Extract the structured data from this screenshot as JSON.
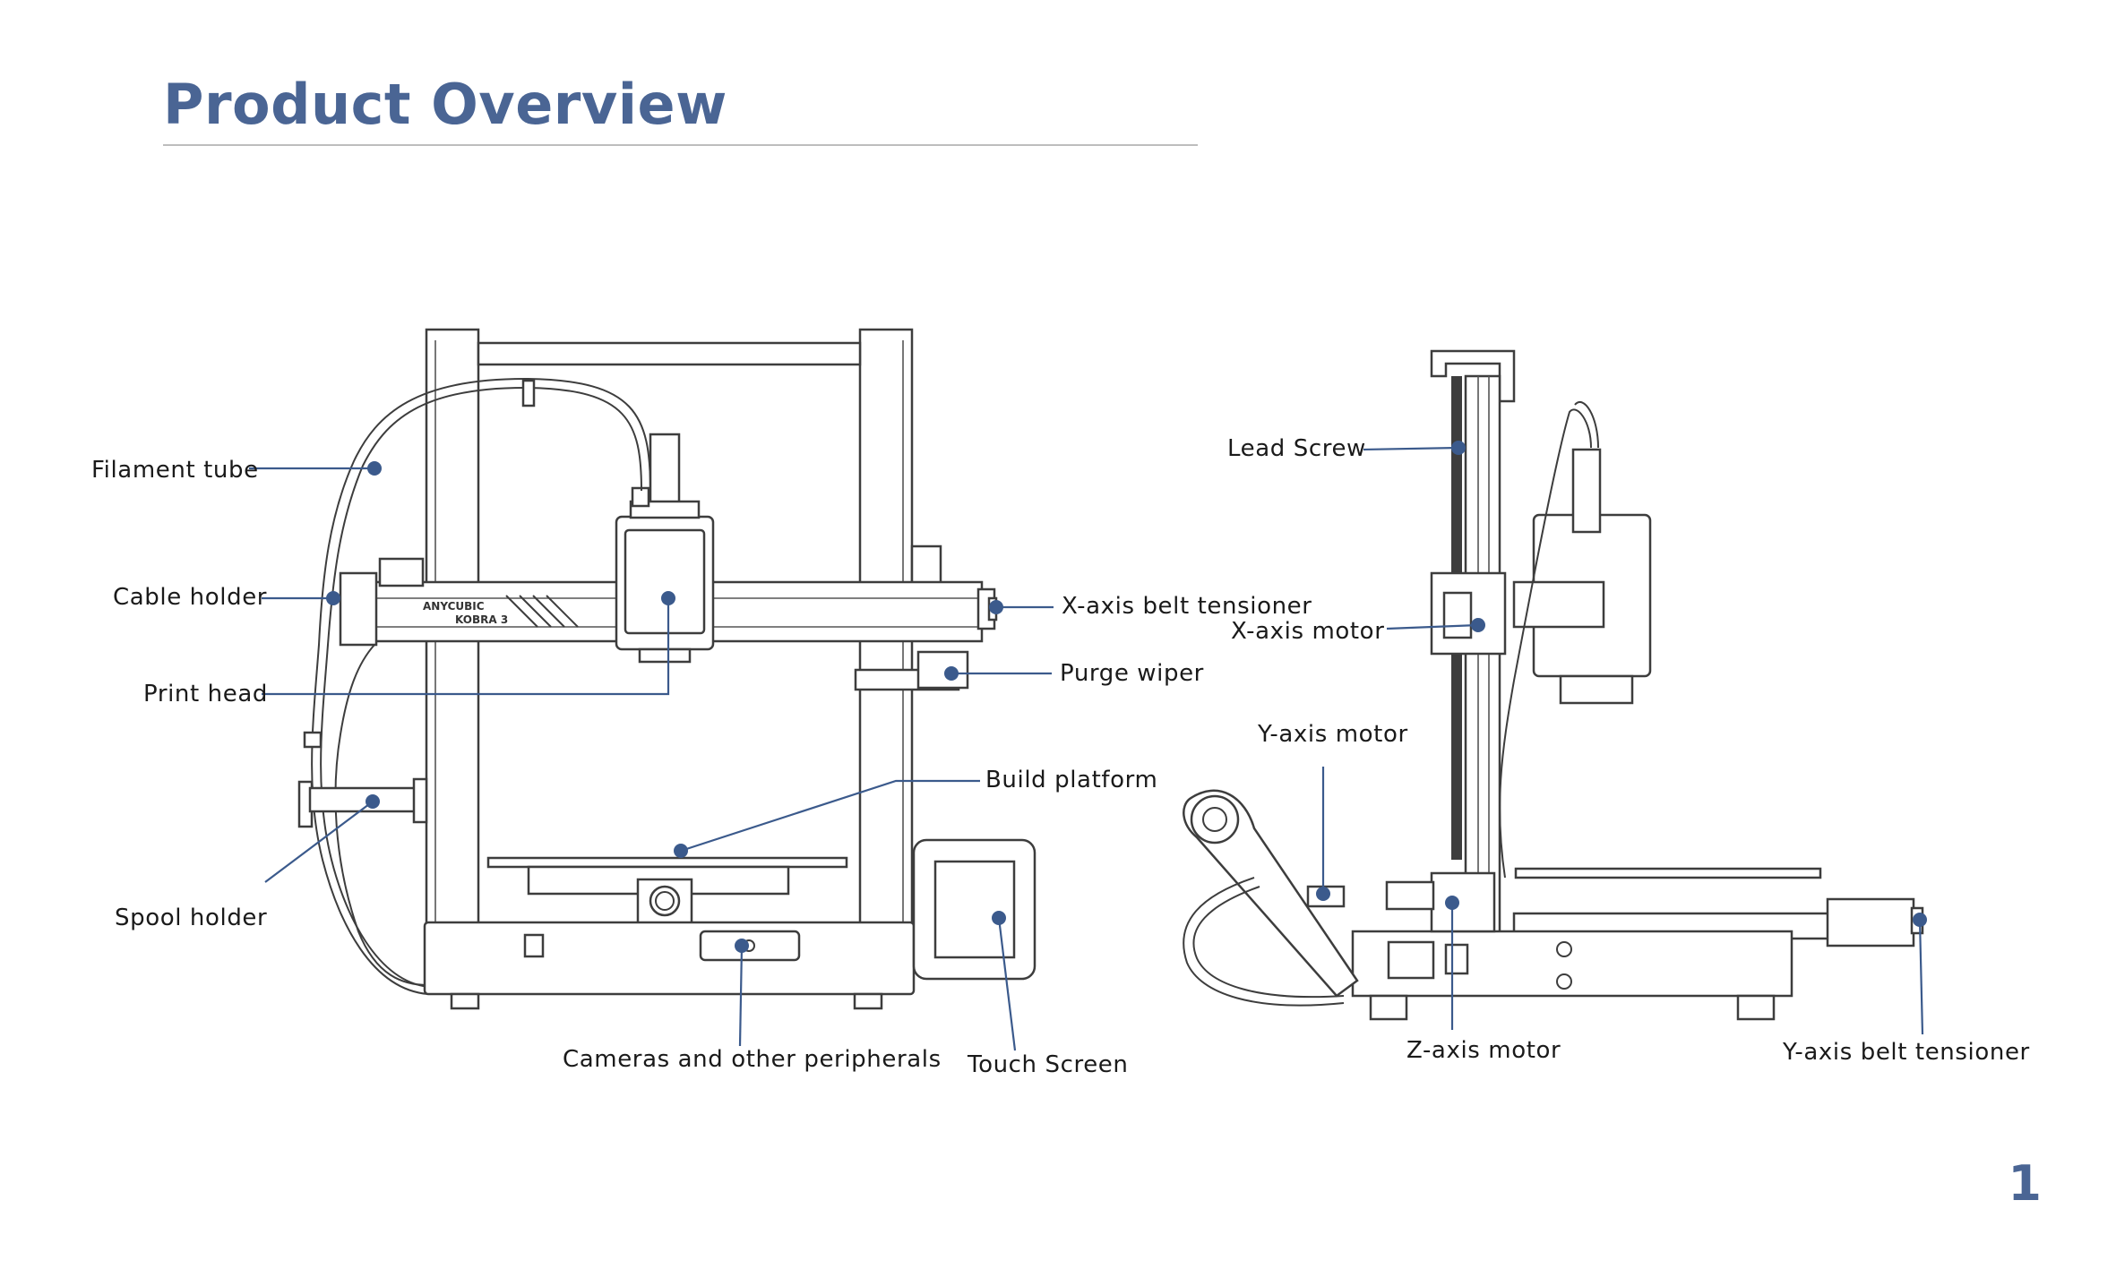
{
  "page": {
    "title": "Product Overview",
    "number": "1"
  },
  "brand": {
    "line1": "ANYCUBIC",
    "line2": "KOBRA 3"
  },
  "labels": {
    "filament_tube": "Filament tube",
    "cable_holder": "Cable holder",
    "print_head": "Print head",
    "spool_holder": "Spool  holder",
    "x_axis_belt_tensioner": "X-axis belt tensioner",
    "purge_wiper": "Purge wiper",
    "build_platform": "Build platform",
    "cameras_peripherals": "Cameras and other peripherals",
    "touch_screen": "Touch Screen",
    "lead_screw": "Lead Screw",
    "x_axis_motor": "X-axis motor",
    "y_axis_motor": "Y-axis motor",
    "z_axis_motor": "Z-axis motor",
    "y_axis_belt_tensioner": "Y-axis belt tensioner"
  },
  "colors": {
    "accent": "#4a6594",
    "leader": "#3b5a8c",
    "line_art": "#3d3d3d"
  }
}
